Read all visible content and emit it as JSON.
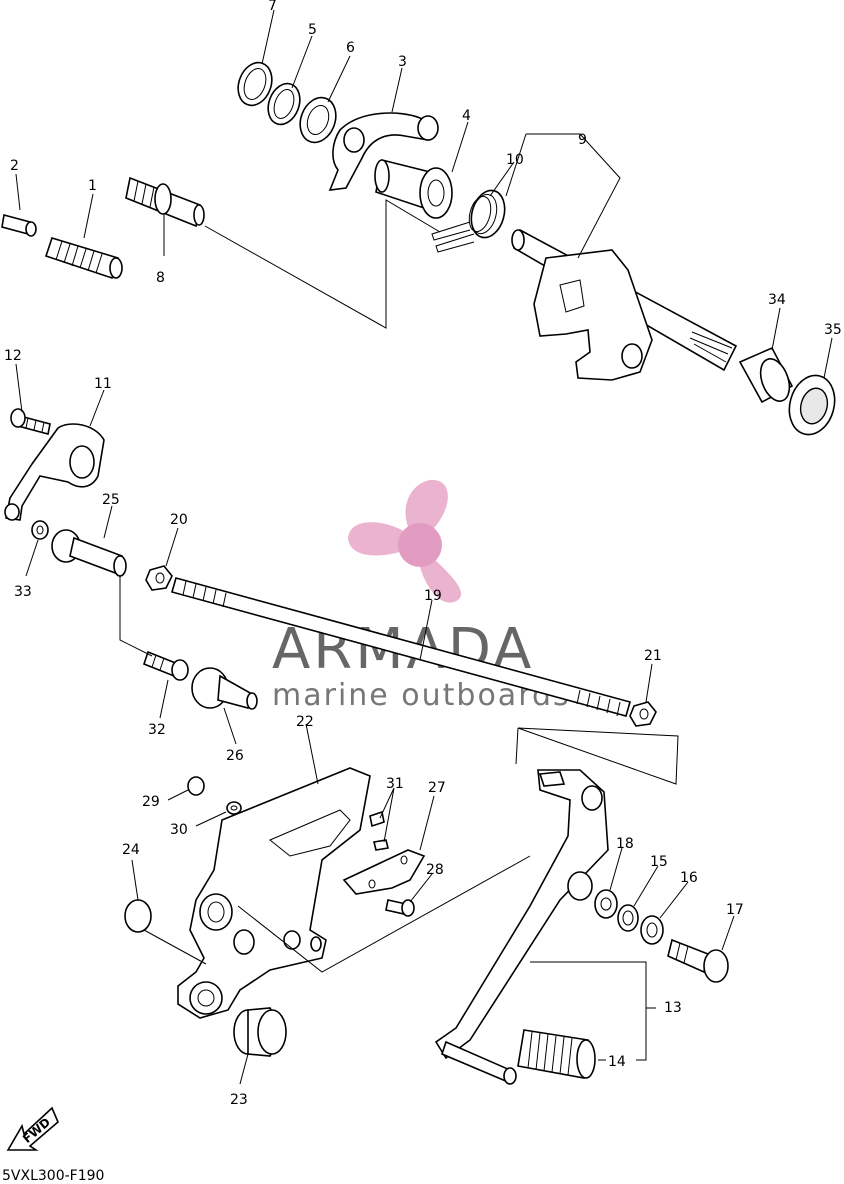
{
  "diagram_code": "5VXL300-F190",
  "watermark": {
    "title": "ARMADA",
    "subtitle": "marine outboards",
    "logo_color": "#e7a6c8"
  },
  "fwd_label": "FWD",
  "callouts": [
    "1",
    "2",
    "3",
    "4",
    "5",
    "6",
    "7",
    "8",
    "9",
    "10",
    "11",
    "12",
    "13",
    "14",
    "15",
    "16",
    "17",
    "18",
    "19",
    "20",
    "21",
    "22",
    "23",
    "24",
    "25",
    "26",
    "27",
    "28",
    "29",
    "30",
    "31",
    "32",
    "33",
    "34",
    "35"
  ]
}
